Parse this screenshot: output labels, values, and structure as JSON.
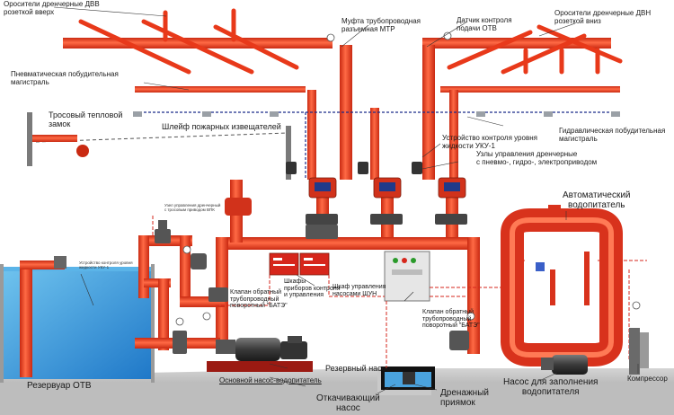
{
  "labels": {
    "sprinklers_up": [
      "Оросители дренчерные ДВВ",
      "розеткой вверх"
    ],
    "sprinklers_down": [
      "Оросители дренчерные ДВН",
      "розеткой вниз"
    ],
    "coupling": [
      "Муфта трубопроводная",
      "разъемная МТР"
    ],
    "flow_sensor": [
      "Датчик контроля",
      "подачи ОТВ"
    ],
    "pneumatic_main": [
      "Пневматическая побудительная",
      "магистраль"
    ],
    "hydraulic_main": [
      "Гидравлическая побудительная",
      "магистраль"
    ],
    "cable_lock": [
      "Тросовый тепловой",
      "замок"
    ],
    "detector_loop": "Шлейф пожарных извещателей",
    "level_device": [
      "Устройство контроля уровня",
      "жидкости УКУ-1"
    ],
    "control_units": [
      "Узлы управления дренчерные",
      "с пневмо-, гидро-, электроприводом"
    ],
    "auto_water_feeder": [
      "Автоматический",
      "водопитатель"
    ],
    "ball_valve_left": [
      "Клапан обратный",
      "трубопроводный",
      "поворотный \"БАТЭ\""
    ],
    "cabinet_control": [
      "Шкафы",
      "приборов контроля",
      "и управления"
    ],
    "pump_cabinet": [
      "Шкаф управления",
      "насосами ШУН"
    ],
    "ball_valve_right": [
      "Клапан обратный",
      "трубопроводный",
      "поворотный \"БАТЭ\""
    ],
    "reserve_pump": "Резервный насос",
    "main_pump": "Основной насос-водопитатель",
    "reservoir": "Резервуар ОТВ",
    "drain_pump": [
      "Откачивающий",
      "насос"
    ],
    "drain_pit": [
      "Дренажный",
      "приямок"
    ],
    "fill_pump": [
      "Насос для заполнения",
      "водопитателя"
    ],
    "compressor": "Компрессор",
    "small_left_1": [
      "Узел управления дренчерный",
      "с тросовым приводом ВПК"
    ],
    "small_left_2": [
      "Устройство контроля уровня",
      "жидкости УКУ-1"
    ]
  }
}
